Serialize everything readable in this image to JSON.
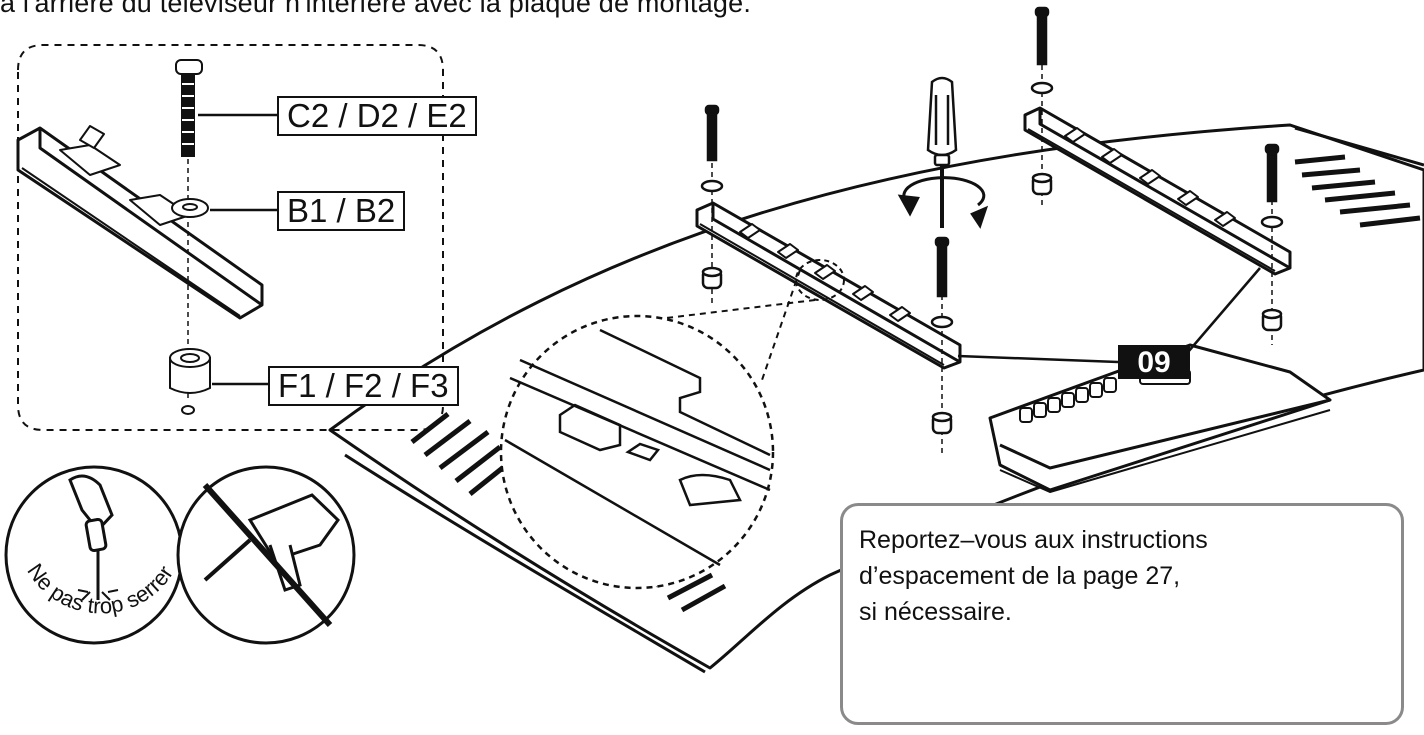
{
  "header": {
    "text": "à l'arrière du téléviseur n'interfère avec la plaque de montage."
  },
  "detail": {
    "screw_label": "C2 / D2 / E2",
    "washer_label": "B1 / B2",
    "spacer_label": "F1 / F2 / F3"
  },
  "callout": {
    "number": "09"
  },
  "warning": {
    "caption": "Ne pas trop serrer"
  },
  "note": {
    "text": "Reportez–vous aux instructions\nd’espacement de la page 27,\nsi nécessaire."
  },
  "colors": {
    "ink": "#111111",
    "note_border": "#8a8a8a",
    "background": "#ffffff"
  }
}
